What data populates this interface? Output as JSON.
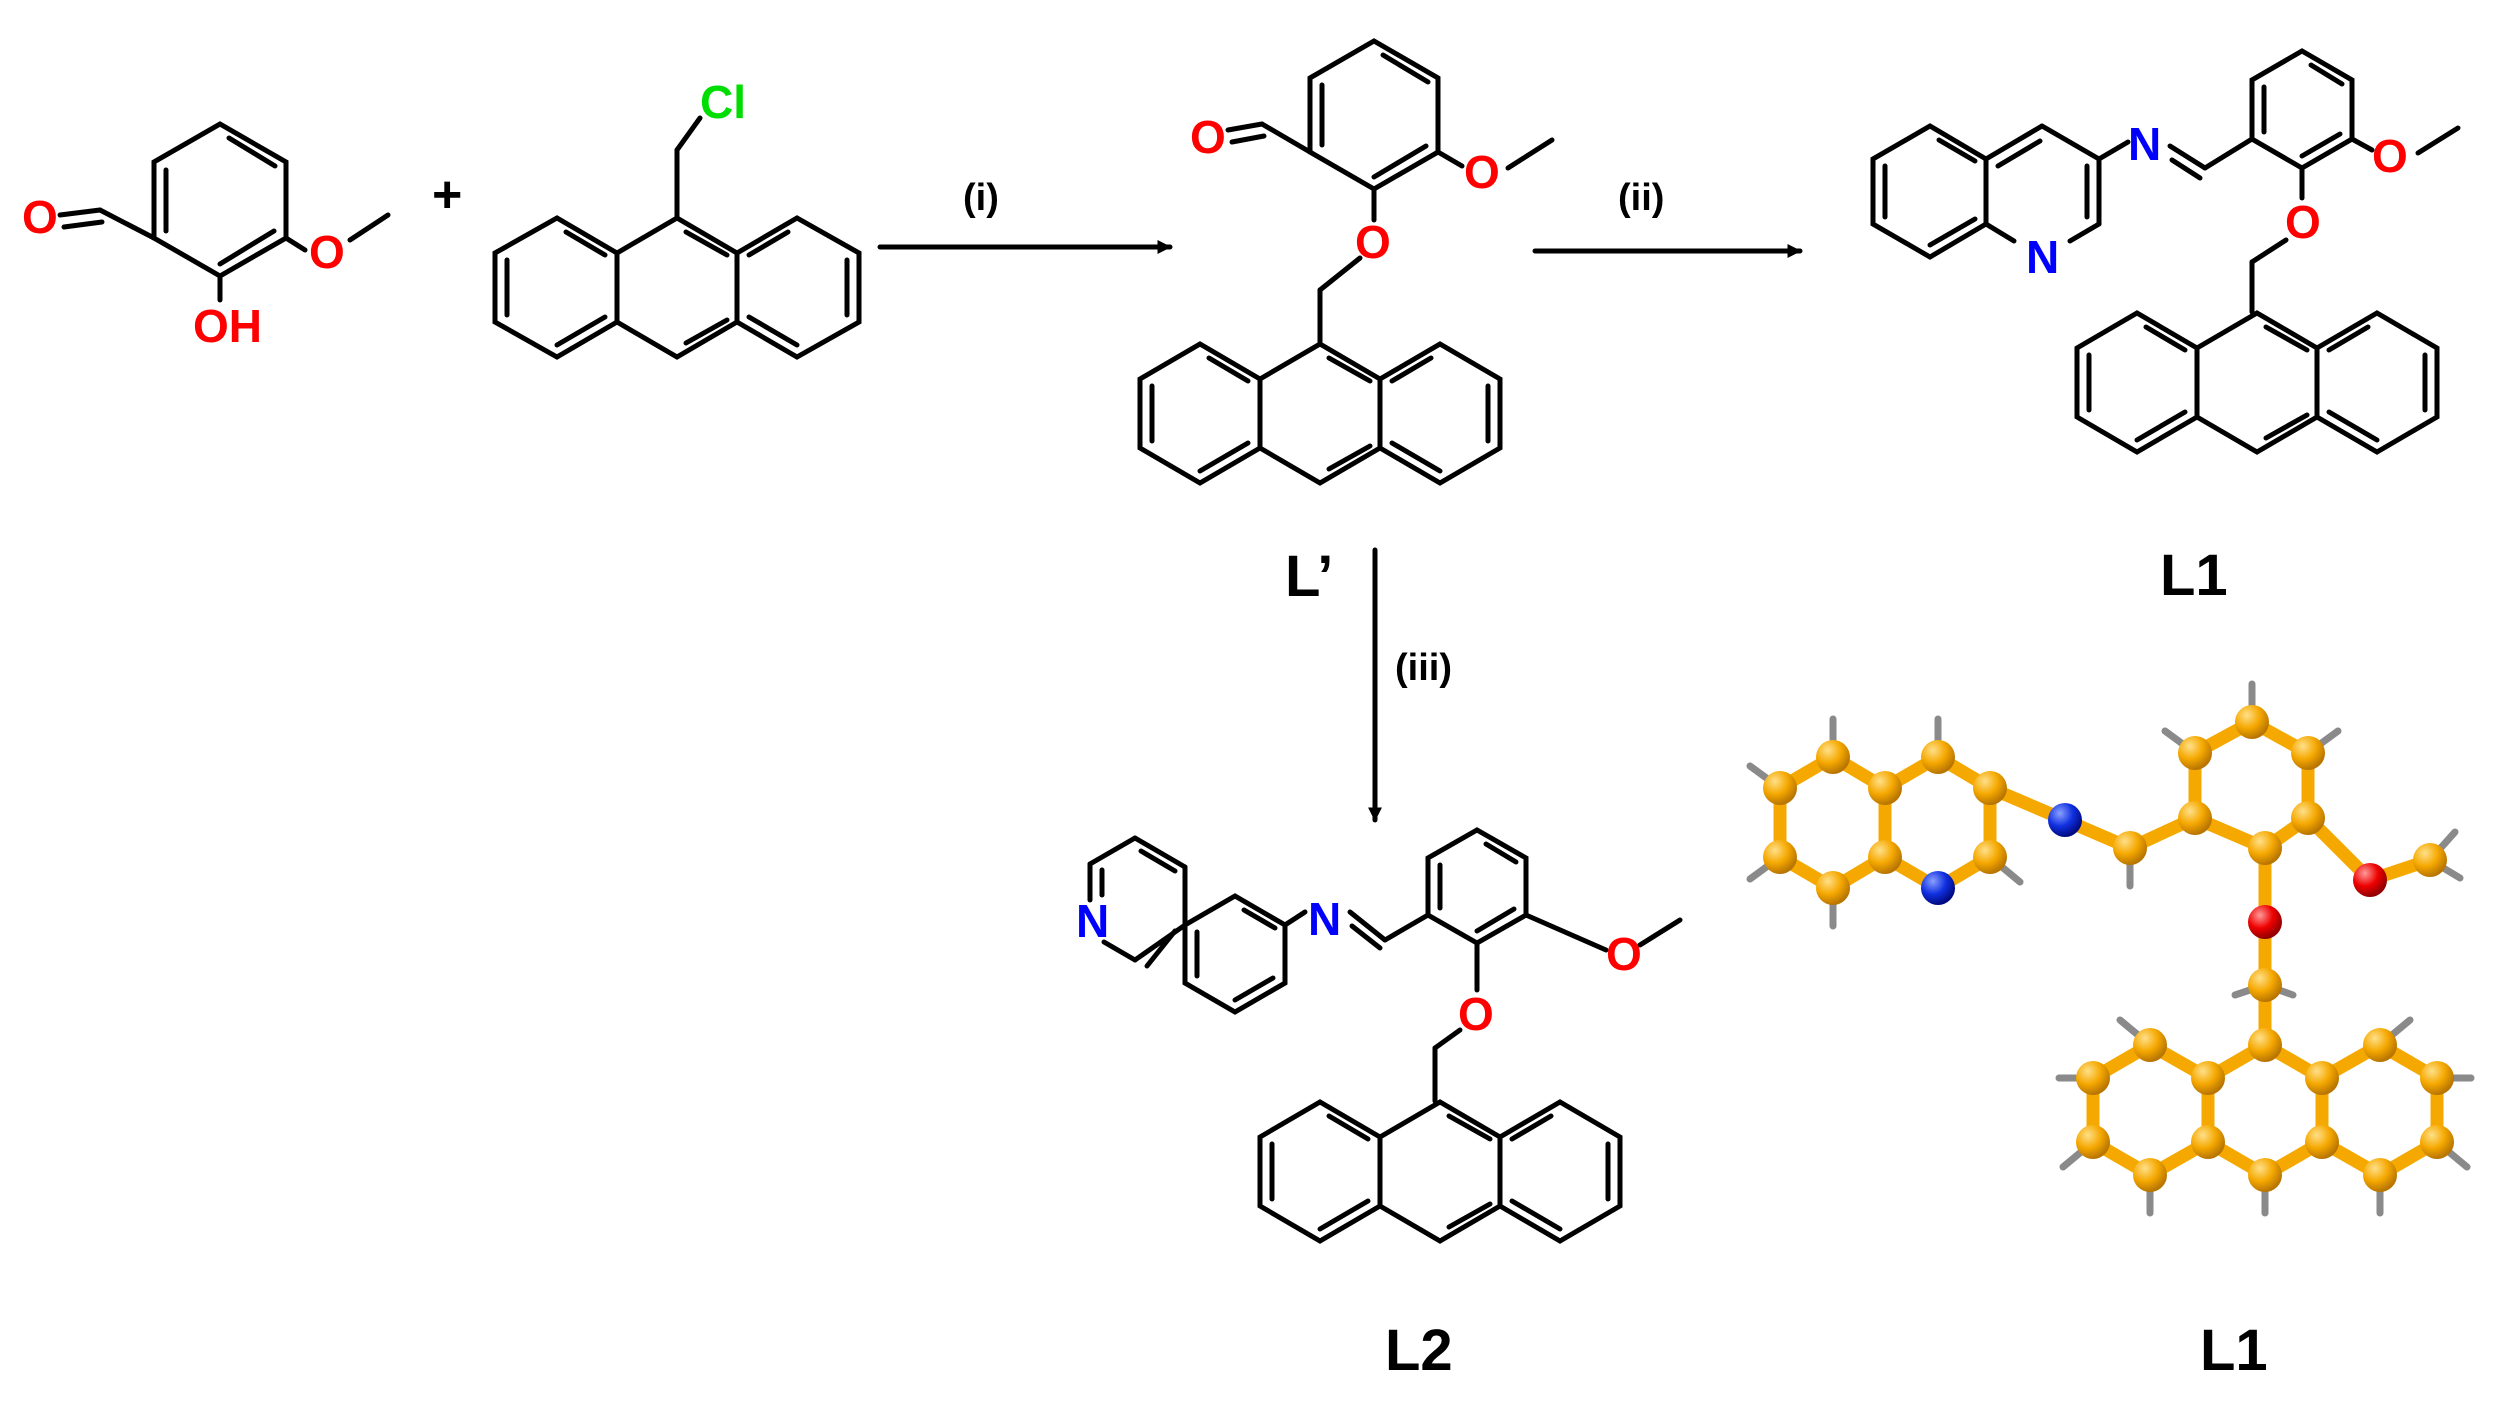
{
  "scheme": {
    "reactant_1": {
      "aldehyde_O": "O",
      "hydroxyl": "OH",
      "methoxy_O": "O"
    },
    "plus_sign": "+",
    "reactant_2": {
      "chloro": "Cl"
    },
    "step_i": "(i)",
    "step_ii": "(ii)",
    "step_iii": "(iii)",
    "intermediate": {
      "aldehyde_O": "O",
      "methoxy_O": "O",
      "ether_O": "O",
      "label": "L’"
    },
    "product_L1": {
      "imine_N": "N",
      "ring_N": "N",
      "methoxy_O": "O",
      "ether_O": "O",
      "label": "L1"
    },
    "product_L2": {
      "imine_N": "N",
      "ring_N": "N",
      "methoxy_O": "O",
      "ether_O": "O",
      "label": "L2"
    },
    "crystal_structure_label": "L1"
  },
  "colors": {
    "oxygen": "#ff0000",
    "nitrogen": "#0000ff",
    "chlorine": "#00dd00",
    "carbon_ball": "#f5a800",
    "bond": "#000000",
    "hydrogen": "#8a8a8a"
  }
}
